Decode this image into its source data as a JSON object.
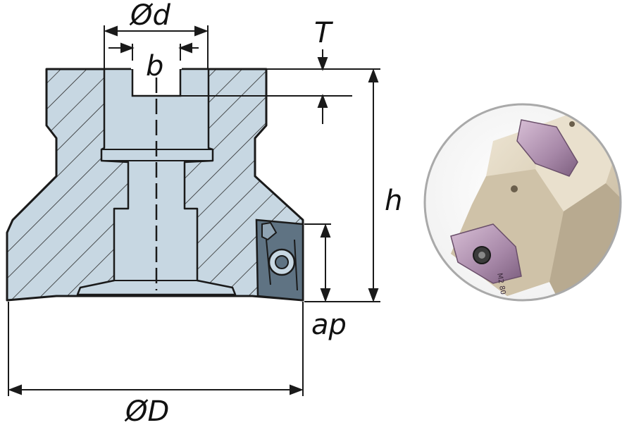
{
  "labels": {
    "bore_diameter": "Ød",
    "keyway_width": "b",
    "keyway_depth": "T",
    "height": "h",
    "depth_of_cut": "ap",
    "cutter_diameter": "ØD"
  },
  "insert_marking": "M2 80",
  "colors": {
    "body_fill": "#c7d7e2",
    "outline": "#1a1a1a",
    "insert_fill": "#5f7383",
    "photo_ring": "#a9a9a9",
    "insert_photo": "#a788a8"
  }
}
